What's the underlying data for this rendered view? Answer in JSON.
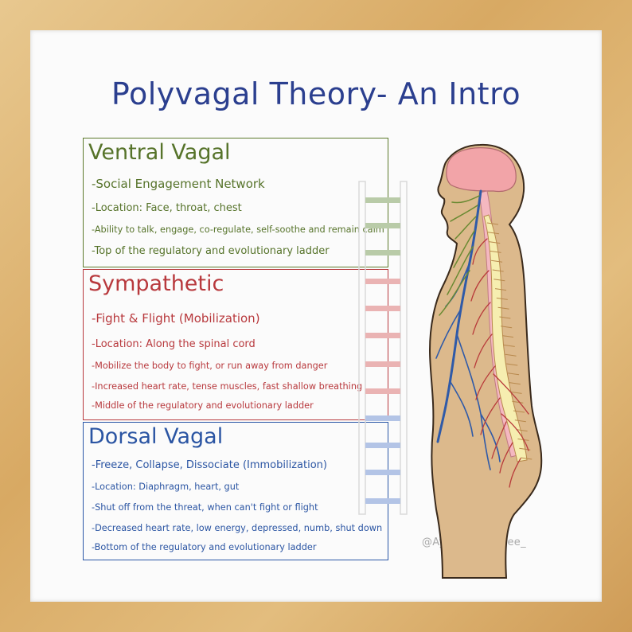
{
  "title": "Polyvagal Theory- An Intro",
  "sections": [
    {
      "heading": "Ventral Vagal",
      "color": "#56732a",
      "items": [
        "-Social Engagement Network",
        "-Location: Face, throat, chest",
        "-Ability to talk, engage, co-regulate, self-soothe and remain calm",
        "-Top of the regulatory and evolutionary ladder"
      ]
    },
    {
      "heading": "Sympathetic",
      "color": "#b8393d",
      "items": [
        "-Fight & Flight (Mobilization)",
        "-Location: Along the spinal cord",
        "-Mobilize the body to fight, or run away from danger",
        "-Increased heart rate, tense muscles, fast shallow breathing",
        "-Middle of the regulatory and evolutionary ladder"
      ]
    },
    {
      "heading": "Dorsal Vagal",
      "color": "#2b55a3",
      "items": [
        "-Freeze, Collapse, Dissociate (Immobilization)",
        "-Location: Diaphragm, heart, gut",
        "-Shut off from the threat, when can't fight or flight",
        "-Decreased heart rate, low energy, depressed, numb, shut down",
        "-Bottom of the regulatory and evolutionary ladder"
      ]
    }
  ],
  "credit": "@Ayan_Mukherjee_",
  "colors": {
    "ladder_top": "#b9cba8",
    "ladder_middle": "#eab3b3",
    "ladder_bottom": "#b3c4e6",
    "skin": "#dcb98c",
    "brain": "#f2a4a8",
    "spine": "#f6eeb0",
    "cord": "#f4b8c0"
  }
}
